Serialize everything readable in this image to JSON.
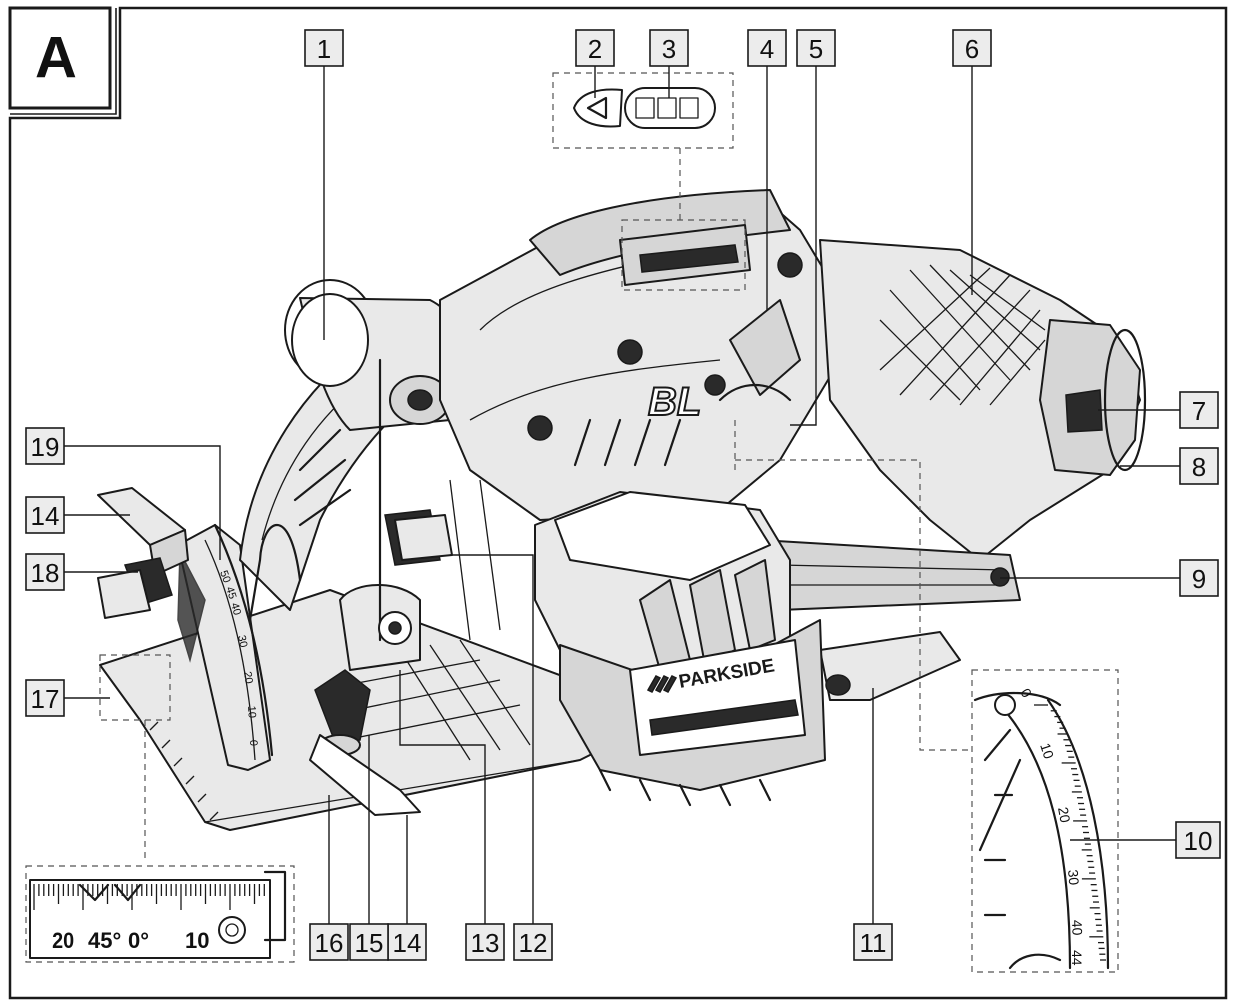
{
  "figure": {
    "label": "A"
  },
  "brand": {
    "name": "PARKSIDE"
  },
  "model_text": "BL",
  "callouts": [
    {
      "n": "1"
    },
    {
      "n": "2"
    },
    {
      "n": "3"
    },
    {
      "n": "4"
    },
    {
      "n": "5"
    },
    {
      "n": "6"
    },
    {
      "n": "7"
    },
    {
      "n": "8"
    },
    {
      "n": "9"
    },
    {
      "n": "10"
    },
    {
      "n": "11"
    },
    {
      "n": "12"
    },
    {
      "n": "13"
    },
    {
      "n": "14"
    },
    {
      "n": "14"
    },
    {
      "n": "15"
    },
    {
      "n": "16"
    },
    {
      "n": "17"
    },
    {
      "n": "18"
    },
    {
      "n": "19"
    }
  ],
  "scale_inset": {
    "labels": [
      "20",
      "45°",
      "0°",
      "10"
    ]
  },
  "angle_inset": {
    "ticks": [
      "0",
      "10",
      "20",
      "30",
      "40",
      "44"
    ]
  },
  "bevel_scale": {
    "ticks": [
      "50",
      "45",
      "40",
      "30",
      "20",
      "10",
      "0"
    ]
  }
}
